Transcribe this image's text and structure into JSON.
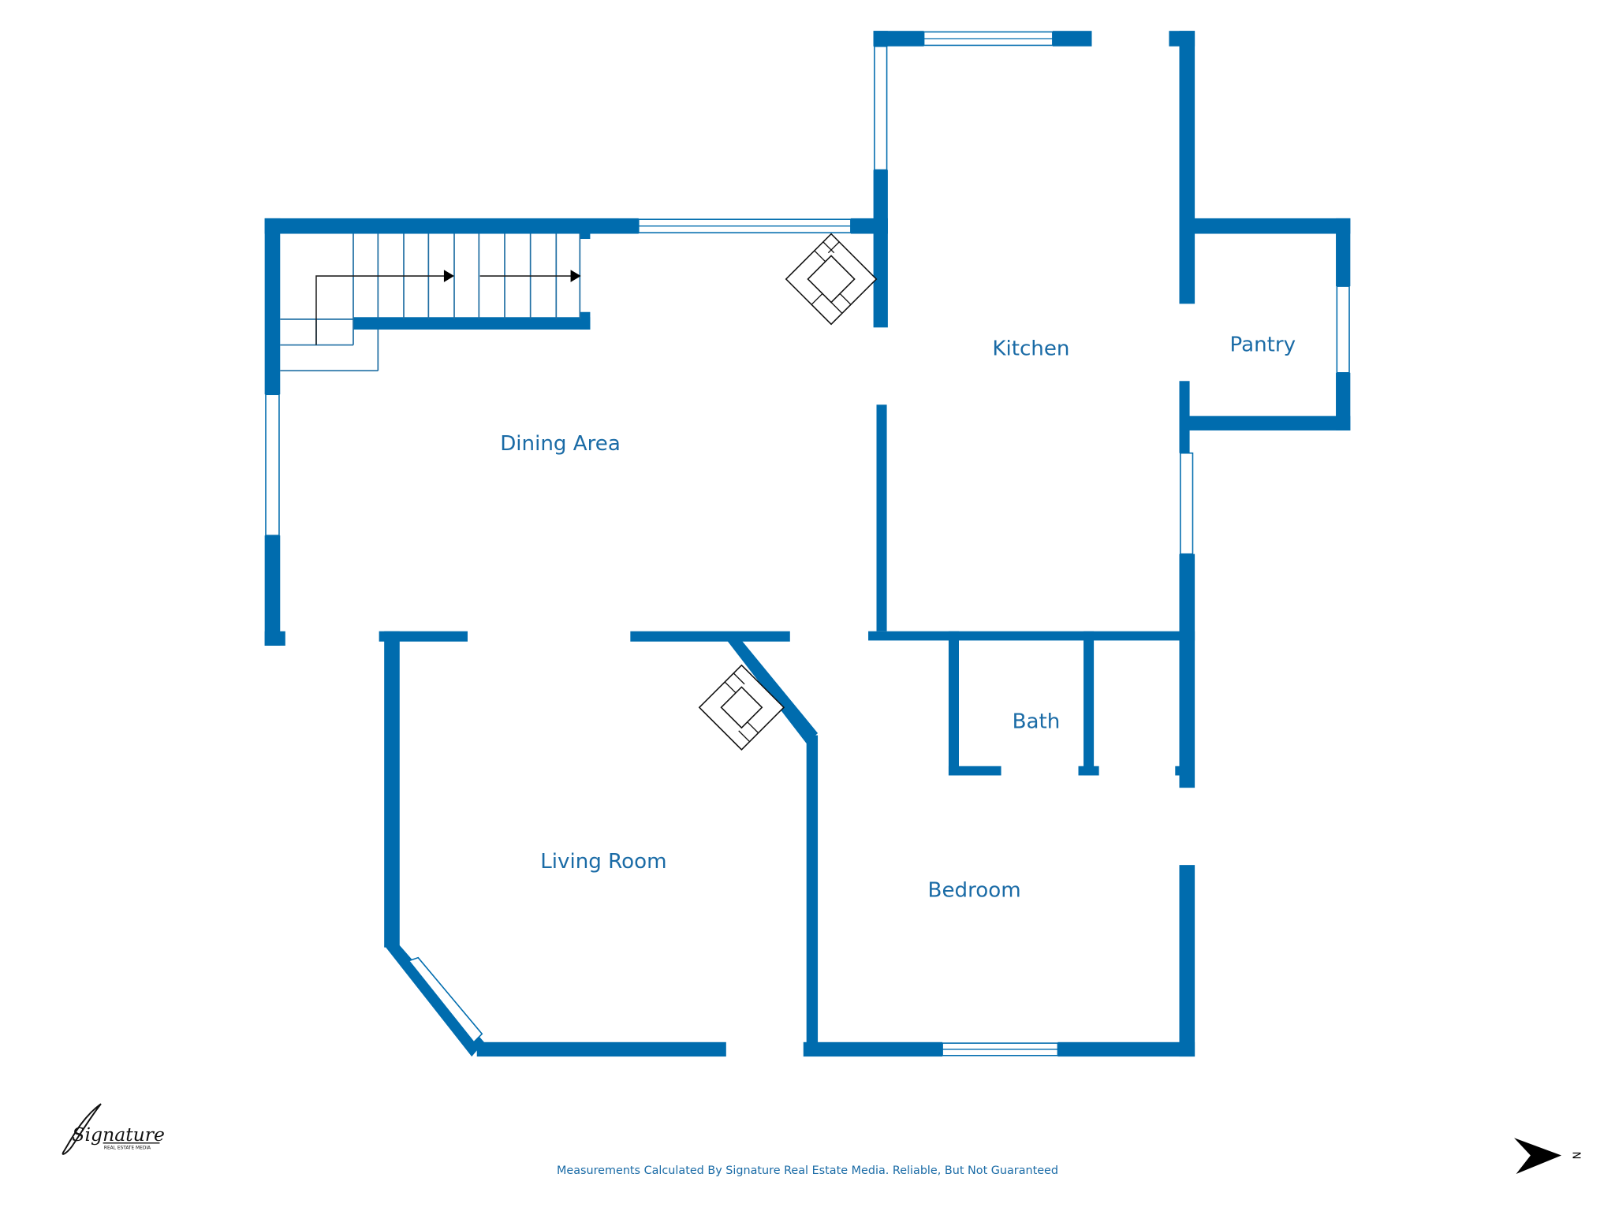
{
  "rooms": {
    "kitchen": "Kitchen",
    "pantry": "Pantry",
    "dining": "Dining Area",
    "bath": "Bath",
    "living": "Living Room",
    "bedroom": "Bedroom"
  },
  "footer": {
    "disclaimer": "Measurements Calculated By Signature Real Estate Media. Reliable, But Not Guaranteed",
    "logo_text": "Signature",
    "logo_subtext": "REAL ESTATE MEDIA"
  },
  "compass": {
    "label": "N",
    "icon": "north-arrow-icon"
  },
  "colors": {
    "wall": "#006cae",
    "label": "#1a6ba6"
  }
}
